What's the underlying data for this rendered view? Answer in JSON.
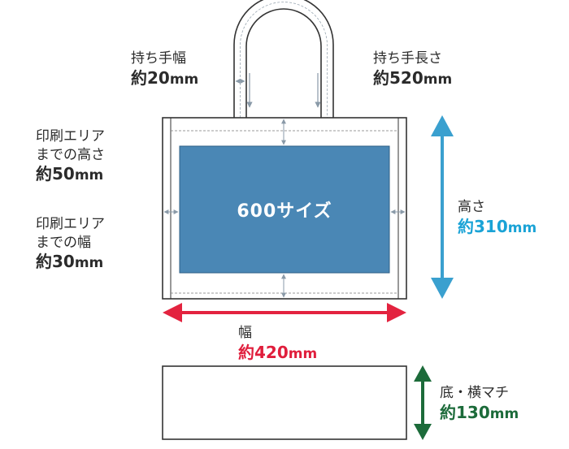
{
  "colors": {
    "print_area": "#4a87b5",
    "height_arrow": "#3aa0cf",
    "width_arrow": "#e3233f",
    "gusset_arrow": "#1c6b3a",
    "outline": "#333333",
    "dim_arrow": "#8a9aa8"
  },
  "print_area": {
    "label": "600サイズ"
  },
  "handle_width": {
    "label": "持ち手幅",
    "prefix": "約",
    "number": "20",
    "unit": "mm"
  },
  "handle_length": {
    "label": "持ち手長さ",
    "prefix": "約",
    "number": "520",
    "unit": "mm"
  },
  "margin_height": {
    "line1": "印刷エリア",
    "line2": "までの高さ",
    "prefix": "約",
    "number": "50",
    "unit": "mm"
  },
  "margin_width": {
    "line1": "印刷エリア",
    "line2": "までの幅",
    "prefix": "約",
    "number": "30",
    "unit": "mm"
  },
  "height": {
    "label": "高さ",
    "prefix": "約",
    "number": "310",
    "unit": "mm"
  },
  "width": {
    "label": "幅",
    "prefix": "約",
    "number": "420",
    "unit": "mm"
  },
  "gusset": {
    "label": "底・横マチ",
    "prefix": "約",
    "number": "130",
    "unit": "mm"
  }
}
